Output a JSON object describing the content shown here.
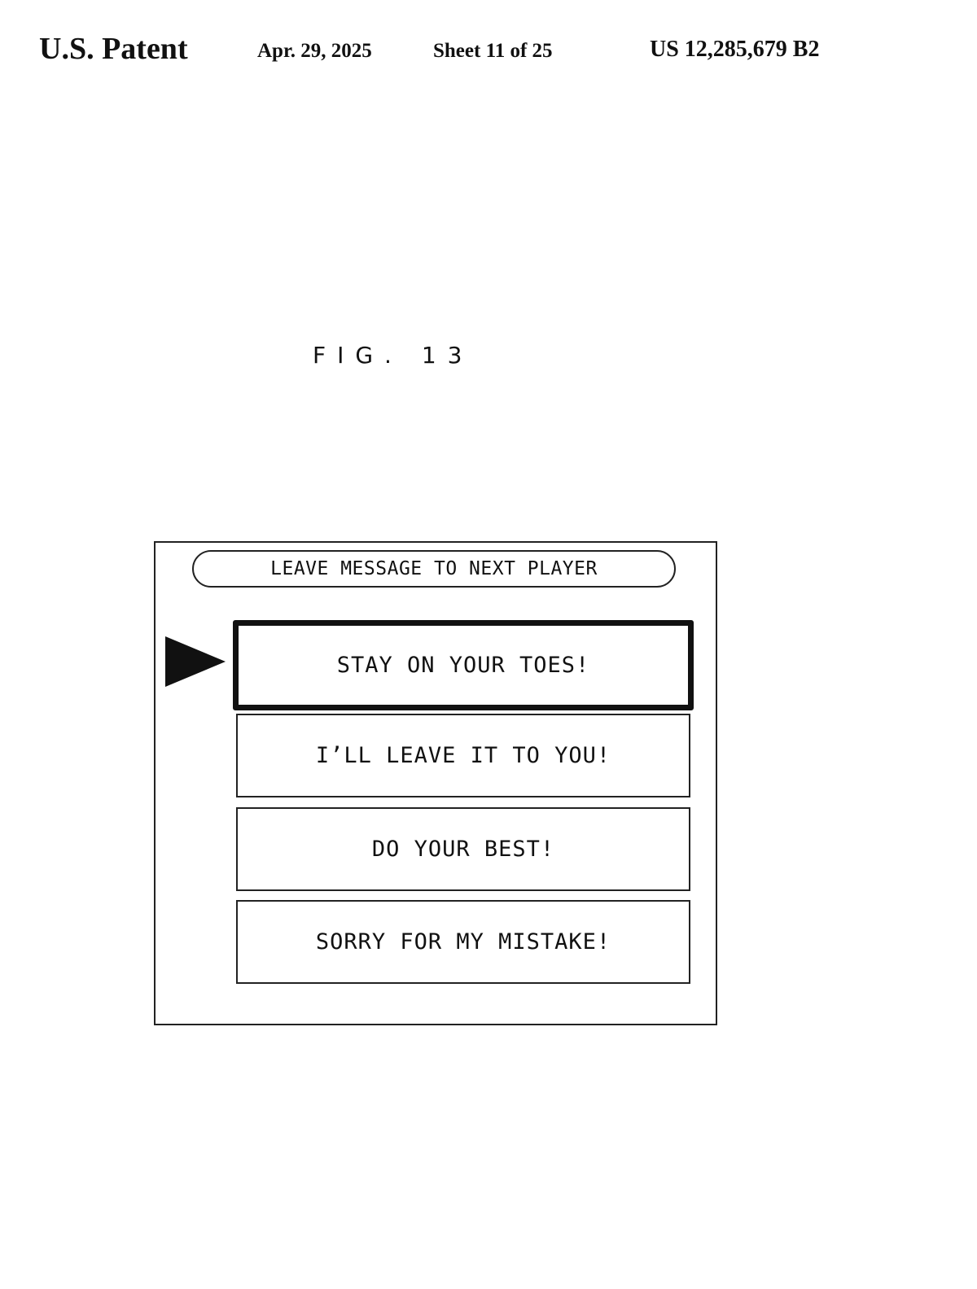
{
  "header": {
    "brand": "U.S. Patent",
    "date": "Apr. 29, 2025",
    "sheet": "Sheet 11 of 25",
    "patent_number": "US 12,285,679 B2"
  },
  "figure": {
    "label": "FIG. 13"
  },
  "screen": {
    "title": "LEAVE MESSAGE TO NEXT PLAYER",
    "cursor_icon": "triangle-pointer-icon",
    "selected_index": 0,
    "options": [
      {
        "label": "STAY ON YOUR TOES!"
      },
      {
        "label": "I’LL LEAVE IT TO YOU!"
      },
      {
        "label": "DO YOUR BEST!"
      },
      {
        "label": "SORRY FOR MY MISTAKE!"
      }
    ]
  }
}
